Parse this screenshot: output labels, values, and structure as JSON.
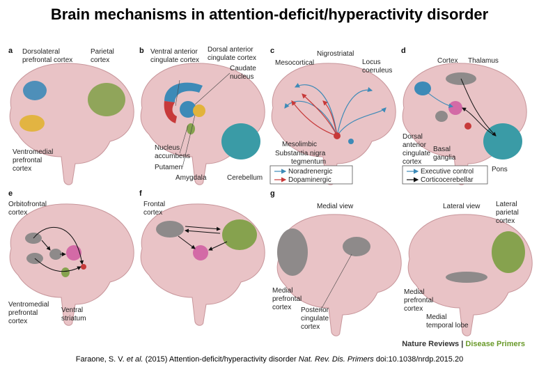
{
  "title": "Brain mechanisms in attention-deficit/hyperactivity disorder",
  "colors": {
    "brain": "#e9c3c6",
    "brain_outline": "#c7959a",
    "blue": "#3d8ab7",
    "green": "#86a24e",
    "orange": "#e2b33b",
    "pink": "#d36aa6",
    "grey": "#8e8a8a",
    "teal": "#3a9ba6",
    "red": "#c73a3a"
  },
  "panels": {
    "a": {
      "letter": "a",
      "labels": [
        "Dorsolateral",
        "prefrontal cortex",
        "Parietal",
        "cortex",
        "Ventromedial",
        "prefrontal",
        "cortex"
      ]
    },
    "b": {
      "letter": "b",
      "labels": [
        "Ventral anterior",
        "cingulate cortex",
        "Dorsal anterior",
        "cingulate cortex",
        "Caudate",
        "nucleus",
        "Nucleus",
        "accumbens",
        "Putamen",
        "Amygdala",
        "Cerebellum"
      ]
    },
    "c": {
      "letter": "c",
      "labels": [
        "Mesocortical",
        "Nigrostriatal",
        "Locus",
        "coeruleus",
        "Mesolimbic",
        "Substantia nigra",
        "tegmentum"
      ],
      "legend": [
        "Noradrenergic",
        "Dopaminergic"
      ]
    },
    "d": {
      "letter": "d",
      "labels": [
        "Cortex",
        "Thalamus",
        "Dorsal",
        "anterior",
        "cingulate",
        "cortex",
        "Basal",
        "ganglia",
        "Pons"
      ],
      "legend": [
        "Executive control",
        "Corticocerebellar"
      ]
    },
    "e": {
      "letter": "e",
      "labels": [
        "Orbitofrontal",
        "cortex",
        "Ventromedial",
        "prefrontal",
        "cortex",
        "Ventral",
        "striatum"
      ]
    },
    "f": {
      "letter": "f",
      "labels": [
        "Frontal",
        "cortex"
      ]
    },
    "g": {
      "letter": "g",
      "medial_title": "Medial view",
      "lateral_title": "Lateral view",
      "labels": [
        "Medial",
        "prefrontal",
        "cortex",
        "Posterior",
        "cingulate",
        "cortex",
        "Medial",
        "prefrontal",
        "cortex",
        "Medial",
        "temporal lobe",
        "Lateral",
        "parietal",
        "cortex"
      ]
    }
  },
  "footer": {
    "brand_left": "Nature Reviews",
    "brand_sep": " | ",
    "brand_right": "Disease Primers",
    "citation_authors": "Faraone, S. V. ",
    "citation_etal": "et al.",
    "citation_rest": " (2015) Attention-deficit/hyperactivity disorder  ",
    "citation_journal": "Nat. Rev. Dis. Primers",
    "citation_doi": " doi:10.1038/nrdp.2015.20"
  }
}
